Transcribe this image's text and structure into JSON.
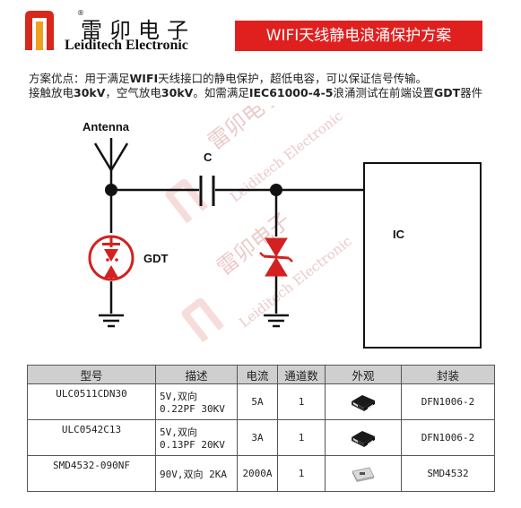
{
  "brand": {
    "name_cn": "雷卯电子",
    "name_en": "Leiditech Electronic",
    "registered": "®"
  },
  "banner": {
    "title": "WIFI天线静电浪涌保护方案"
  },
  "advantages": {
    "line1_prefix": "方案优点：用于满足",
    "line1_bold": "WIFI",
    "line1_rest": "天线接口的静电保护，超低电容，可以保证信号传输。",
    "line2_a": "接触放电",
    "line2_b": "30kV",
    "line2_c": "，空气放电",
    "line2_d": "30kV",
    "line2_e": "。如需满足",
    "line2_f": "IEC61000-4-5",
    "line2_g": "浪涌测试在前端设置",
    "line2_h": "GDT",
    "line2_i": "器件"
  },
  "diagram": {
    "antenna_label": "Antenna",
    "cap_label": "C",
    "gdt_label": "GDT",
    "ic_label": "IC",
    "colors": {
      "protect": "#d32020",
      "wire": "#111111"
    }
  },
  "watermark": {
    "line_cn": "雷卯电子",
    "line_en": "Leiditech Electronic"
  },
  "table": {
    "headers": [
      "型号",
      "描述",
      "电流",
      "通道数",
      "外观",
      "封装"
    ],
    "rows": [
      {
        "model": "ULC0511CDN30",
        "desc1": "5V,双向",
        "desc2": "0.22PF  30KV",
        "current": "5A",
        "channels": "1",
        "appearance": "dfn-chip-icon",
        "package": "DFN1006-2"
      },
      {
        "model": "ULC0542C13",
        "desc1": "5V,双向",
        "desc2": "0.13PF  20KV",
        "current": "3A",
        "channels": "1",
        "appearance": "dfn-chip-icon",
        "package": "DFN1006-2"
      },
      {
        "model": "SMD4532-090NF",
        "desc1": "90V,双向 2KA",
        "desc2": "",
        "current": "2000A",
        "channels": "1",
        "appearance": "smd-gdt-icon",
        "package": "SMD4532"
      }
    ]
  }
}
